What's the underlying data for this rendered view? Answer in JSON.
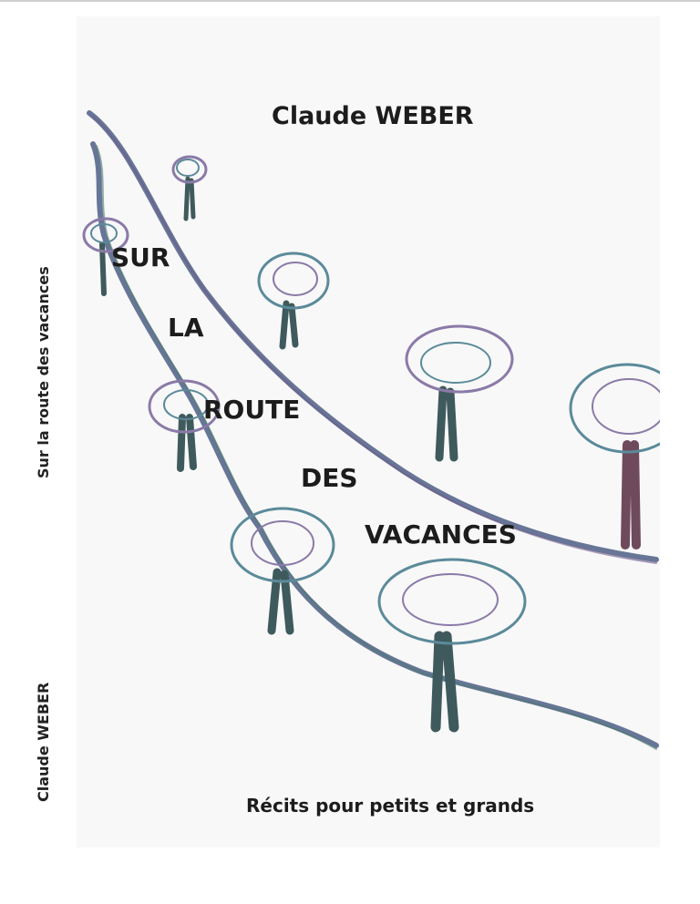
{
  "spine": {
    "title": "Sur la route des vacances",
    "author": "Claude WEBER"
  },
  "cover": {
    "author": "Claude WEBER",
    "title_words": [
      "SUR",
      "LA",
      "ROUTE",
      "DES",
      "VACANCES"
    ],
    "subtitle": "Récits pour petits et grands"
  },
  "illustration": {
    "subject": "road-with-trees",
    "colors": {
      "road": "#4e5f86",
      "trunk": "#3f5a5c",
      "foliage_a": "#5b8a9a",
      "foliage_b": "#8a7aa8",
      "paper": "#f8f8f8"
    }
  }
}
